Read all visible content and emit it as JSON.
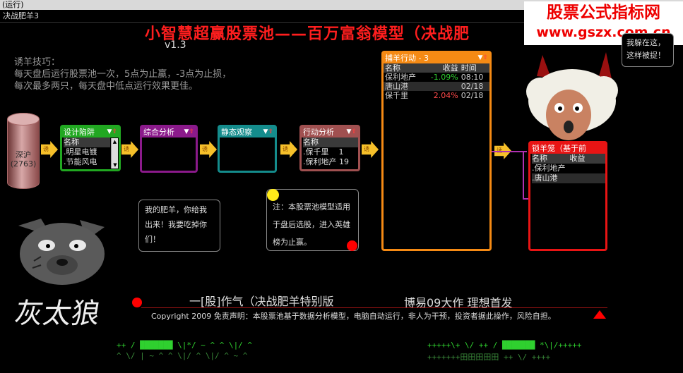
{
  "menubar": "(运行)",
  "window_title": "决战肥羊3",
  "main_title": "小智慧超赢股票池——百万富翁模型（决战肥",
  "version": "v1.3",
  "watermark": {
    "line1": "股票公式指标网",
    "line2": "www.gszx.com.cn"
  },
  "tips": {
    "title": "诱羊技巧：",
    "line1": "每天盘后运行股票池一次，5点为止赢，-3点为止损，",
    "line2": "每次最多两只，每天盘中低点运行效果更佳。"
  },
  "source": {
    "name": "深沪",
    "count": "(2763)"
  },
  "arrow_label": "诱",
  "panels": {
    "design": {
      "title": "设计陷阱",
      "header": "名称",
      "rows": [
        "明星电镀",
        "节能风电"
      ]
    },
    "comp": {
      "title": "综合分析"
    },
    "static": {
      "title": "静态观察"
    },
    "action": {
      "title": "行动分析",
      "header": "名称",
      "rows": [
        "保千里",
        "保利地产"
      ],
      "extra": [
        "1",
        "19"
      ]
    },
    "catch": {
      "title": "捕羊行动 - 3",
      "columns": [
        "名称",
        "收益",
        "时间"
      ],
      "rows": [
        {
          "name": "保利地产",
          "gain": "-1.09%",
          "time": "08:10",
          "dir": "dn"
        },
        {
          "name": "唐山港",
          "gain": "",
          "time": "02/18",
          "dir": ""
        },
        {
          "name": "保千里",
          "gain": "2.04%",
          "time": "02/18",
          "dir": "up"
        }
      ]
    },
    "lock": {
      "title": "锁羊笼（基于前",
      "columns": [
        "名称",
        "收益"
      ],
      "rows": [
        "保利地产",
        "唐山港"
      ]
    }
  },
  "bubbles": {
    "wolf": "我的肥羊，你给我出来！我要吃掉你们！",
    "note": "注：本股票池模型适用于盘后选股，进入英雄榜为止赢。",
    "sheep": "我躲在这，这样被捉！"
  },
  "wolf_signature": "灰太狼",
  "marquee1": "一[股]作气（决战肥羊特别版",
  "marquee2": "博易09大作 理想首发",
  "footer": "Copyright 2009  免责声明：本股票池基于数据分析模型，电脑自动运行，非人为干预，投资者据此操作，风险自担。",
  "tickers": {
    "left_top": "++ / ███████  \\|*/ ~ ^  ^   \\|/   ^",
    "left_bottom": "  ^ \\/ | ~ ^   ^ \\|/ ^   \\|/ ^ ~ ^",
    "right_top": "+++++\\+ \\/ ++ / ███████  *\\|/+++++",
    "right_bottom": "+++++++田田田田田  ++ \\/ ++++"
  },
  "colors": {
    "design": "#21a821",
    "comp": "#8b1a8b",
    "static": "#148c8c",
    "action": "#a05050",
    "catch": "#f58a14",
    "lock": "#e81414",
    "title_red": "#ff1e1e",
    "gain_up": "#ff4a4a",
    "gain_down": "#30d030"
  }
}
